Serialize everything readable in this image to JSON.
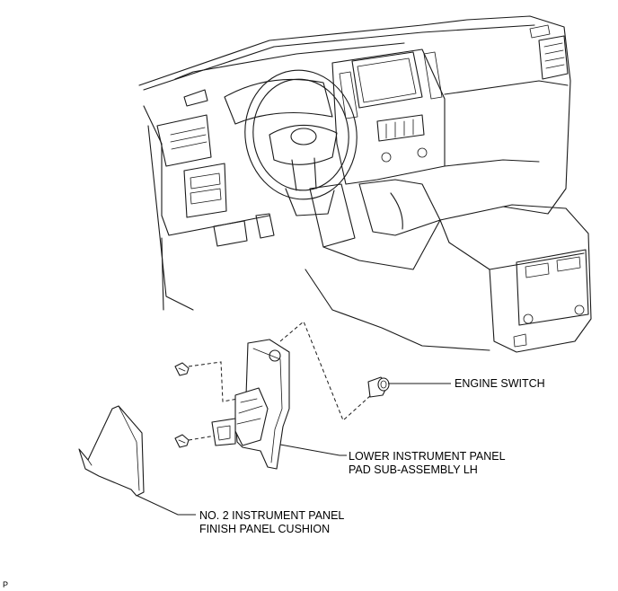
{
  "labels": {
    "engine_switch": "ENGINE SWITCH",
    "lower_panel_line1": "LOWER INSTRUMENT PANEL",
    "lower_panel_line2": "PAD SUB-ASSEMBLY LH",
    "finish_panel_line1": "NO. 2 INSTRUMENT PANEL",
    "finish_panel_line2": "FINISH PANEL CUSHION"
  },
  "figure_code": "P"
}
